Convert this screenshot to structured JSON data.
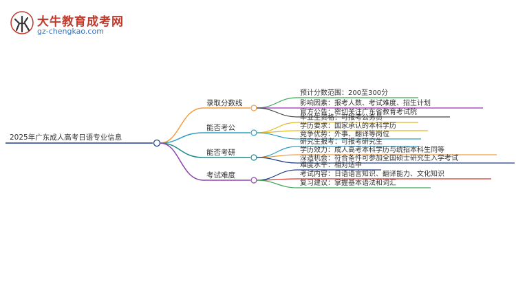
{
  "logo": {
    "title": "大牛教育成考网",
    "url": "gz-chengkao.com",
    "icon": "bull-logo-icon"
  },
  "mindmap": {
    "root": "2025年广东成人高考日语专业信息",
    "branches": [
      {
        "label": "录取分数线",
        "color": "#f39c3d",
        "leaves": [
          {
            "text": "预计分数范围：200至300分",
            "color": "#3aa655"
          },
          {
            "text": "影响因素：报考人数、考试难度、招生计划",
            "color": "#9b2fb0"
          },
          {
            "text": "官方公告：密切关注广东省教育考试院",
            "color": "#444444"
          }
        ]
      },
      {
        "label": "能否考公",
        "color": "#2c9fc4",
        "leaves": [
          {
            "text": "毕业生资格：可报考公务员",
            "color": "#e0b826"
          },
          {
            "text": "学历要求：国家承认的本科学历",
            "color": "#e0b826"
          },
          {
            "text": "竞争优势：外事、翻译等岗位",
            "color": "#2c9fc4"
          }
        ]
      },
      {
        "label": "能否考研",
        "color": "#1f8a8a",
        "leaves": [
          {
            "text": "研究生报考：可报考研究生",
            "color": "#2c9fc4"
          },
          {
            "text": "学历效力：成人高考本科学历与统招本科生同等",
            "color": "#f39c3d"
          },
          {
            "text": "深造机会：符合条件可参加全国硕士研究生入学考试",
            "color": "#1f3e8a"
          }
        ]
      },
      {
        "label": "考试难度",
        "color": "#8e44ad",
        "leaves": [
          {
            "text": "难度水平：相对适中",
            "color": "#1f3e8a"
          },
          {
            "text": "考试内容：日语语言知识、翻译能力、文化知识",
            "color": "#d9342b"
          },
          {
            "text": "复习建议：掌握基本语法和词汇",
            "color": "#3aa655"
          }
        ]
      }
    ]
  },
  "colors": {
    "root_line": "#1f3e8a",
    "brand_red": "#c0392b",
    "brand_blue": "#2f6fbf"
  }
}
